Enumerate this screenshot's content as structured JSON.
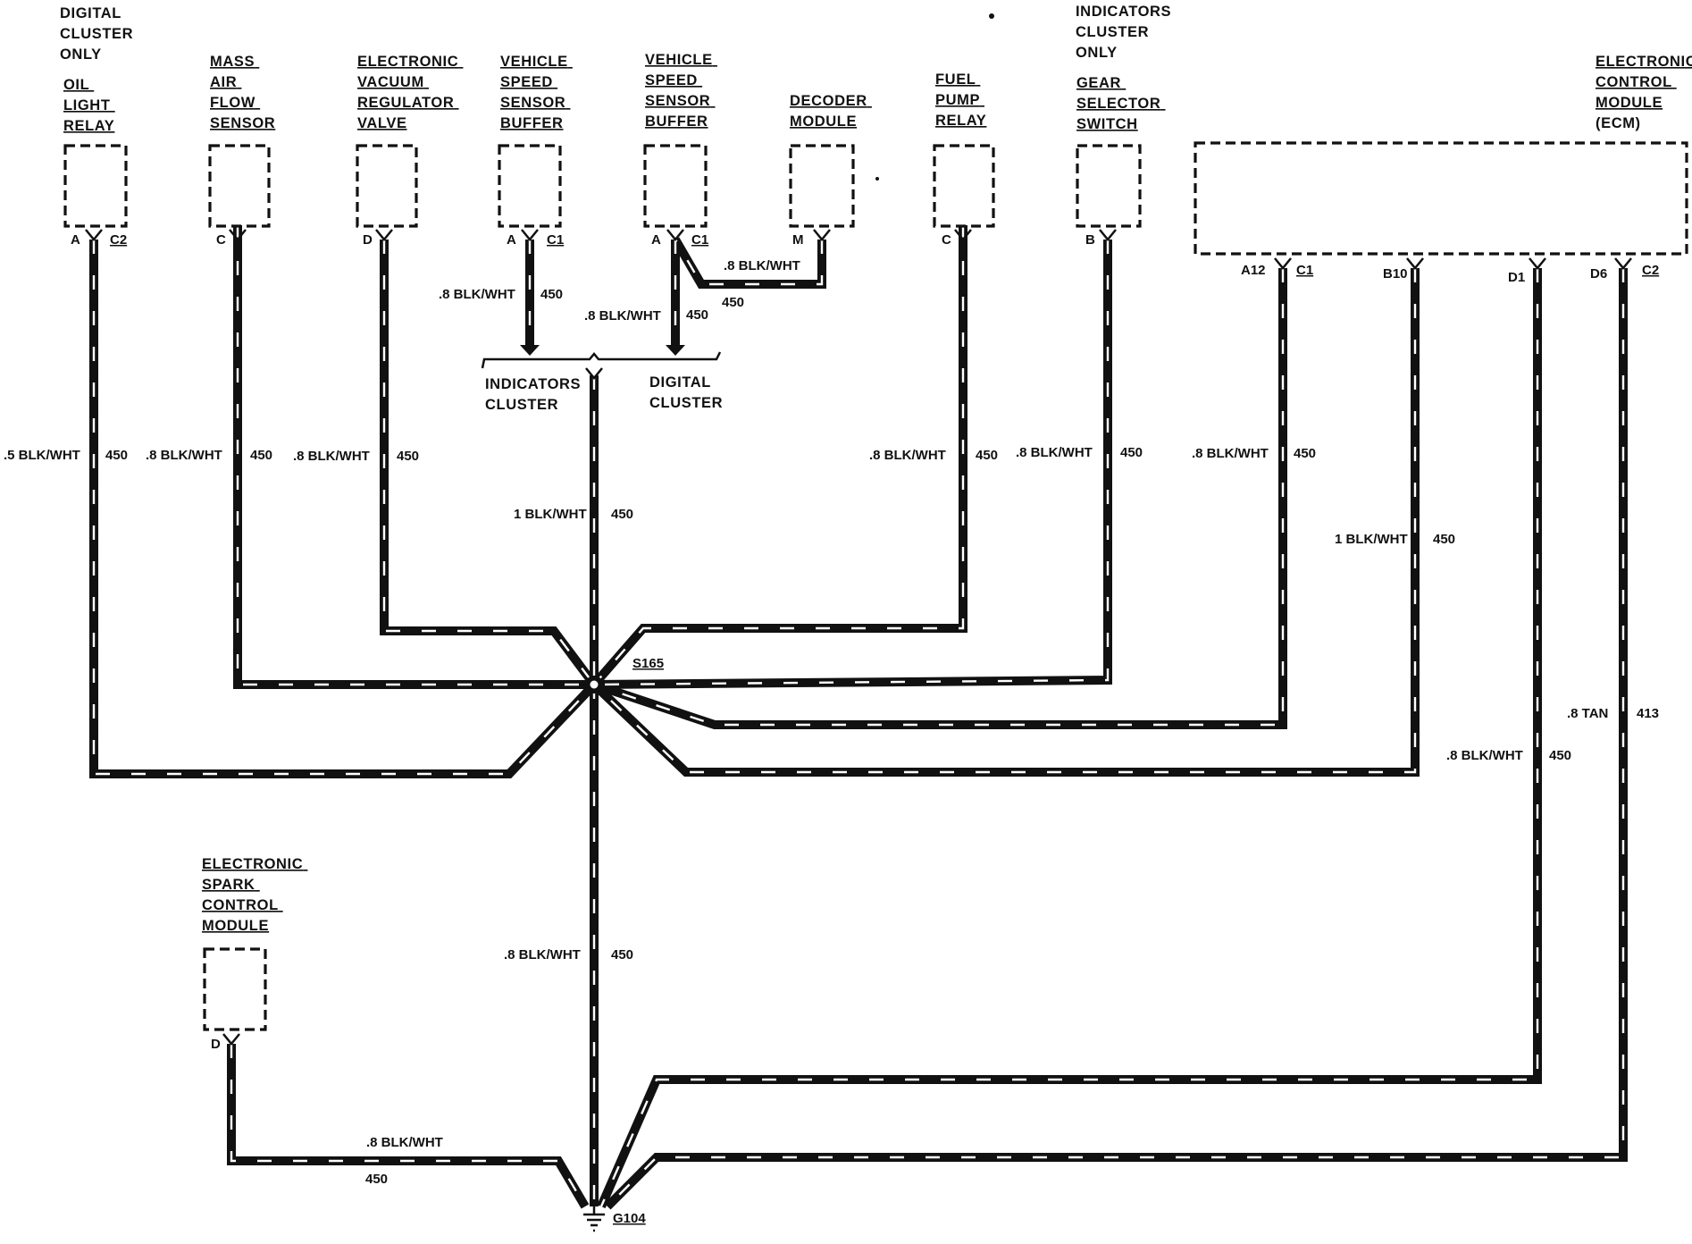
{
  "components": {
    "oil_light_relay": {
      "note": [
        "DIGITAL",
        "CLUSTER",
        "ONLY"
      ],
      "lines": [
        "OIL",
        "LIGHT",
        "RELAY"
      ],
      "pin": "A",
      "connector": "C2"
    },
    "mass_air_flow_sensor": {
      "lines": [
        "MASS",
        "AIR",
        "FLOW",
        "SENSOR"
      ],
      "pin": "C"
    },
    "evrv": {
      "lines": [
        "ELECTRONIC",
        "VACUUM",
        "REGULATOR",
        "VALVE"
      ],
      "pin": "D"
    },
    "vss_buffer_1": {
      "lines": [
        "VEHICLE",
        "SPEED",
        "SENSOR",
        "BUFFER"
      ],
      "pin": "A",
      "connector": "C1"
    },
    "vss_buffer_2": {
      "lines": [
        "VEHICLE",
        "SPEED",
        "SENSOR",
        "BUFFER"
      ],
      "pin": "A",
      "connector": "C1"
    },
    "decoder_module": {
      "lines": [
        "DECODER",
        "MODULE"
      ],
      "pin": "M"
    },
    "fuel_pump_relay": {
      "lines": [
        "FUEL",
        "PUMP",
        "RELAY"
      ],
      "pin": "C"
    },
    "gear_selector_switch": {
      "note": [
        "INDICATORS",
        "CLUSTER",
        "ONLY"
      ],
      "lines": [
        "GEAR",
        "SELECTOR",
        "SWITCH"
      ],
      "pin": "B"
    },
    "ecm": {
      "lines": [
        "ELECTRONIC",
        "CONTROL",
        "MODULE",
        "(ECM)"
      ],
      "pins": [
        "A12",
        "B10",
        "D1",
        "D6"
      ],
      "connector_1": "C1",
      "connector_2": "C2"
    },
    "escm": {
      "lines": [
        "ELECTRONIC",
        "SPARK",
        "CONTROL",
        "MODULE"
      ],
      "pin": "D"
    }
  },
  "cluster_options": {
    "left": [
      "INDICATORS",
      "CLUSTER"
    ],
    "right": [
      "DIGITAL",
      "CLUSTER"
    ]
  },
  "splice": "S165",
  "ground": "G104",
  "wires": {
    "oil_light": {
      "gauge_color": ".5 BLK/WHT",
      "circuit": "450"
    },
    "maf": {
      "gauge_color": ".8 BLK/WHT",
      "circuit": "450"
    },
    "evrv": {
      "gauge_color": ".8 BLK/WHT",
      "circuit": "450"
    },
    "vss1": {
      "gauge_color": ".8 BLK/WHT",
      "circuit": "450"
    },
    "vss2": {
      "gauge_color": ".8 BLK/WHT",
      "circuit": "450"
    },
    "decoder": {
      "gauge_color": ".8 BLK/WHT",
      "circuit": "450"
    },
    "cluster_trunk": {
      "gauge_color": "1 BLK/WHT",
      "circuit": "450"
    },
    "fuel_pump": {
      "gauge_color": ".8 BLK/WHT",
      "circuit": "450"
    },
    "gear_selector": {
      "gauge_color": ".8 BLK/WHT",
      "circuit": "450"
    },
    "ecm_a12": {
      "gauge_color": ".8 BLK/WHT",
      "circuit": "450"
    },
    "ecm_b10": {
      "gauge_color": "1 BLK/WHT",
      "circuit": "450"
    },
    "ecm_d1": {
      "gauge_color": ".8 BLK/WHT",
      "circuit": "450"
    },
    "ecm_d6": {
      "gauge_color": ".8 TAN",
      "circuit": "413"
    },
    "splice_ground": {
      "gauge_color": ".8 BLK/WHT",
      "circuit": "450"
    },
    "escm": {
      "gauge_color": ".8 BLK/WHT",
      "circuit": "450"
    }
  }
}
